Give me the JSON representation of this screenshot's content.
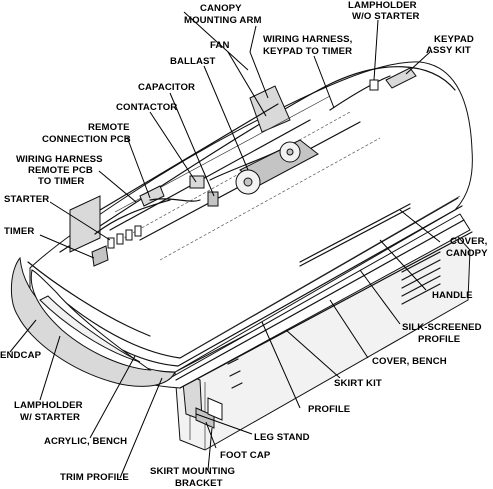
{
  "labels": {
    "canopy_mounting_arm": [
      "CANOPY",
      "MOUNTING ARM"
    ],
    "lampholder_wo_starter": [
      "LAMPHOLDER",
      "W/O STARTER"
    ],
    "fan": "FAN",
    "wiring_harness_keypad": [
      "WIRING HARNESS,",
      "KEYPAD TO TIMER"
    ],
    "keypad_assy_kit": [
      "KEYPAD",
      "ASSY KIT"
    ],
    "ballast": "BALLAST",
    "capacitor": "CAPACITOR",
    "contactor": "CONTACTOR",
    "remote_connection_pcb": [
      "REMOTE",
      "CONNECTION PCB"
    ],
    "wiring_harness_remote": [
      "WIRING HARNESS",
      "REMOTE PCB",
      "TO TIMER"
    ],
    "starter": "STARTER",
    "timer": "TIMER",
    "cover_canopy": [
      "COVER,",
      "CANOPY"
    ],
    "handle": "HANDLE",
    "silk_screened_profile": [
      "SILK-SCREENED",
      "PROFILE"
    ],
    "cover_bench": "COVER, BENCH",
    "endcap": "ENDCAP",
    "skirt_kit": "SKIRT KIT",
    "lampholder_w_starter": [
      "LAMPHOLDER",
      "W/ STARTER"
    ],
    "profile": "PROFILE",
    "acrylic_bench": "ACRYLIC, BENCH",
    "leg_stand": "LEG STAND",
    "foot_cap": "FOOT CAP",
    "trim_profile": "TRIM PROFILE",
    "skirt_mounting_bracket": [
      "SKIRT MOUNTING",
      "BRACKET"
    ]
  }
}
